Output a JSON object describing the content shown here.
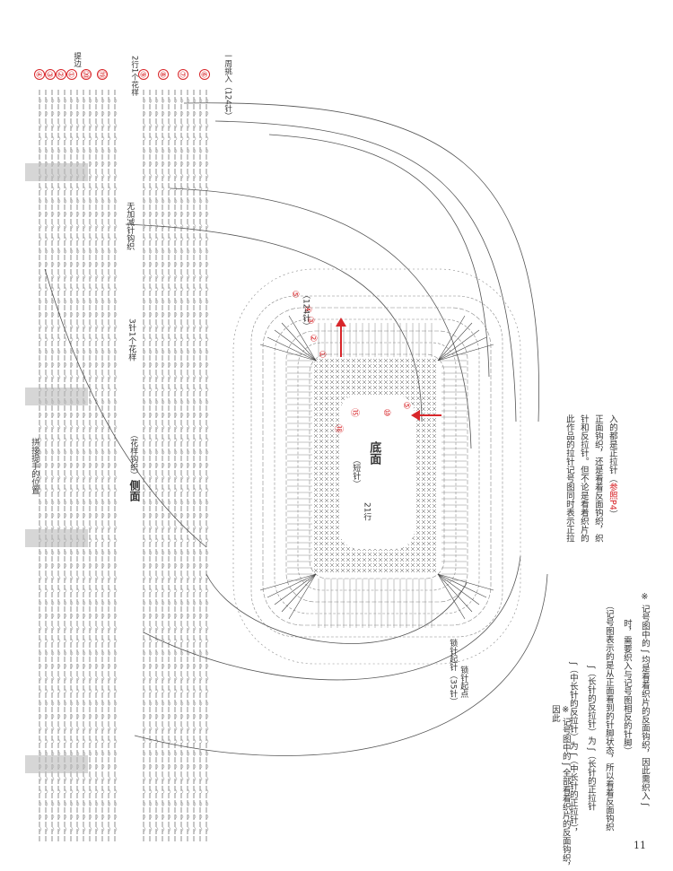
{
  "page_number": "11",
  "labels": {
    "handle_position": "拼接提手的位置",
    "side_name": "侧面",
    "side_sub": "（花样钩织）",
    "bottom_name": "底面",
    "bottom_sub": "（短针）",
    "three_stitch_pattern": "3针1个花样",
    "no_increase": "无加减针钩织",
    "two_rows_pattern": "2行1个花样",
    "pick_up": "一周挑入（124针）",
    "handle_side": "提边",
    "rows_21": "21行",
    "chain_start": "锁针起点",
    "chain_count": "锁针起针（35针）",
    "stitch_124": "（124针）"
  },
  "row_markers_top": [
    "④",
    "③",
    "②",
    "①",
    "⑳",
    "⑲",
    "⑨",
    "⑧",
    "⑦",
    "⑥"
  ],
  "row_markers_bottom": [
    "⑤",
    "④",
    "③",
    "②",
    "①",
    "⑱",
    "⑮",
    "⑩",
    "⑤"
  ],
  "notes": {
    "left_1": "※ 记号图中的 ʃ 全部看着织片的反面钩织，因此",
    "left_2": "ʃ（中长针的反拉针）为 ʃ（中长针的正拉针），",
    "left_3": "ʃ（长针的反拉针）为 ʃ（长针的正拉针",
    "left_4": "（记号图表示的是从正面看到的针脚状态，所以看着反面钩织",
    "left_5": "时，需要织入与记号图相反的针脚）",
    "left_6": "※ 记号图中的 ʃ 均是看着织片的反面钩织，因此需织入 ʃ",
    "right_1": "此作品的拉针记号图同时表示正拉",
    "right_2": "针和反拉针。但不论是看着织片的",
    "right_3": "正面钩织，还是看着反面钩织，织",
    "right_4": "入的都是正拉针（",
    "right_ref": "参照P4",
    "right_5": "）"
  },
  "colors": {
    "accent": "#d8262a",
    "line": "#444444",
    "light": "#888888",
    "shade": "#bbbbbb"
  }
}
